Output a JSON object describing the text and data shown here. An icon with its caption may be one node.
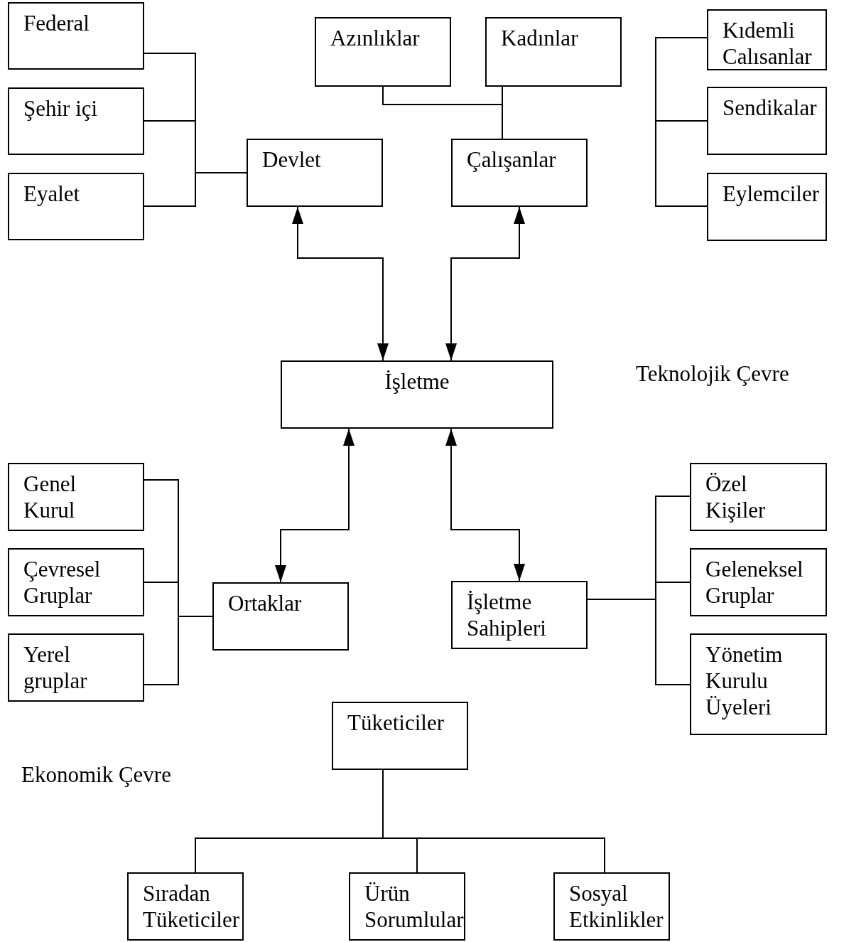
{
  "diagram": {
    "nodes": [
      {
        "text": [
          "Federal"
        ]
      },
      {
        "text": [
          "Şehir içi"
        ]
      },
      {
        "text": [
          "Eyalet"
        ]
      },
      {
        "text": [
          "Azınlıklar"
        ]
      },
      {
        "text": [
          "Kadınlar"
        ]
      },
      {
        "text": [
          "Kıdemli Calısanlar"
        ]
      },
      {
        "text": [
          "Devlet"
        ]
      },
      {
        "text": [
          "Çalışanlar"
        ]
      },
      {
        "text": [
          "Sendikalar"
        ]
      },
      {
        "text": [
          "Eylemciler"
        ]
      },
      {
        "text": [
          "İşletme"
        ]
      },
      {
        "text": [
          "Genel Kurul"
        ]
      },
      {
        "text": [
          "Çevresel Gruplar"
        ]
      },
      {
        "text": [
          "Yerel gruplar"
        ]
      },
      {
        "text": [
          "Ortaklar"
        ]
      },
      {
        "text": [
          "İşletme Sahipleri"
        ]
      },
      {
        "text": [
          "Özel Kişiler"
        ]
      },
      {
        "text": [
          "Geleneksel Gruplar"
        ]
      },
      {
        "text": [
          "Yönetim Kurulu Üyeleri"
        ]
      },
      {
        "text": [
          "Tüketiciler"
        ]
      },
      {
        "text": [
          "Sıradan Tüketiciler"
        ]
      },
      {
        "text": [
          "Ürün Sorumlular"
        ]
      },
      {
        "text": [
          "Sosyal Etkinlikler"
        ]
      }
    ],
    "edges": [
      {
        "from": 0,
        "to": 6,
        "arrow": "none"
      },
      {
        "from": 1,
        "to": 6,
        "arrow": "none"
      },
      {
        "from": 2,
        "to": 6,
        "arrow": "none"
      },
      {
        "from": 3,
        "to": 7,
        "arrow": "none"
      },
      {
        "from": 4,
        "to": 7,
        "arrow": "none"
      },
      {
        "from": 5,
        "to": 8,
        "arrow": "none"
      },
      {
        "from": 8,
        "to": 9,
        "arrow": "none"
      },
      {
        "from": 6,
        "to": 10,
        "arrow": "both"
      },
      {
        "from": 7,
        "to": 10,
        "arrow": "both"
      },
      {
        "from": 10,
        "to": 14,
        "arrow": "both"
      },
      {
        "from": 10,
        "to": 15,
        "arrow": "both"
      },
      {
        "from": 11,
        "to": 14,
        "arrow": "none"
      },
      {
        "from": 12,
        "to": 14,
        "arrow": "none"
      },
      {
        "from": 13,
        "to": 14,
        "arrow": "none"
      },
      {
        "from": 15,
        "to": 16,
        "arrow": "none"
      },
      {
        "from": 15,
        "to": 17,
        "arrow": "none"
      },
      {
        "from": 15,
        "to": 18,
        "arrow": "none"
      },
      {
        "from": 19,
        "to": 20,
        "arrow": "none"
      },
      {
        "from": 19,
        "to": 21,
        "arrow": "none"
      },
      {
        "from": 19,
        "to": 22,
        "arrow": "none"
      }
    ],
    "labels": [
      "Teknolojik Çevre",
      "Ekonomik Çevre"
    ]
  }
}
